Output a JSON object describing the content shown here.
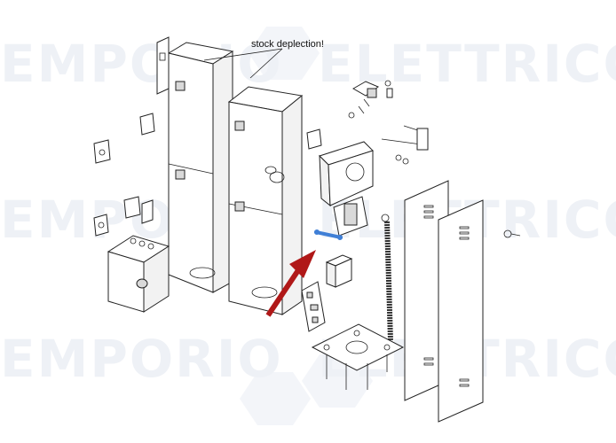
{
  "watermark": {
    "word_left": "EMPORIO",
    "word_right": "ELETTRICO",
    "color": "#eef1f6"
  },
  "callout": {
    "text": "stock deplection!"
  },
  "highlight": {
    "arrow_color": "#b01818",
    "part_color": "#3f7fd6"
  }
}
